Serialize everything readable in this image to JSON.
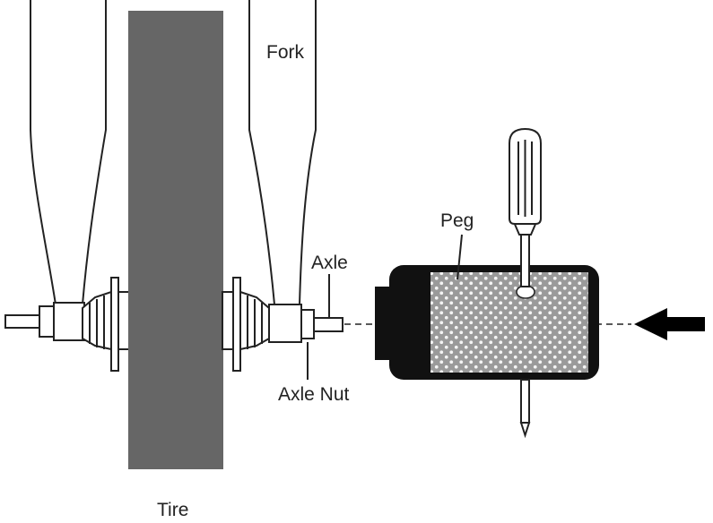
{
  "labels": {
    "fork": "Fork",
    "axle": "Axle",
    "peg": "Peg",
    "axle_nut": "Axle Nut",
    "tire": "Tire"
  },
  "icons": {
    "direction": "arrow-left-icon",
    "tool": "screwdriver-icon"
  },
  "colors": {
    "tire": "#666666",
    "peg_body": "#111111",
    "peg_grip": "#9a9a9a",
    "line": "#222222"
  }
}
